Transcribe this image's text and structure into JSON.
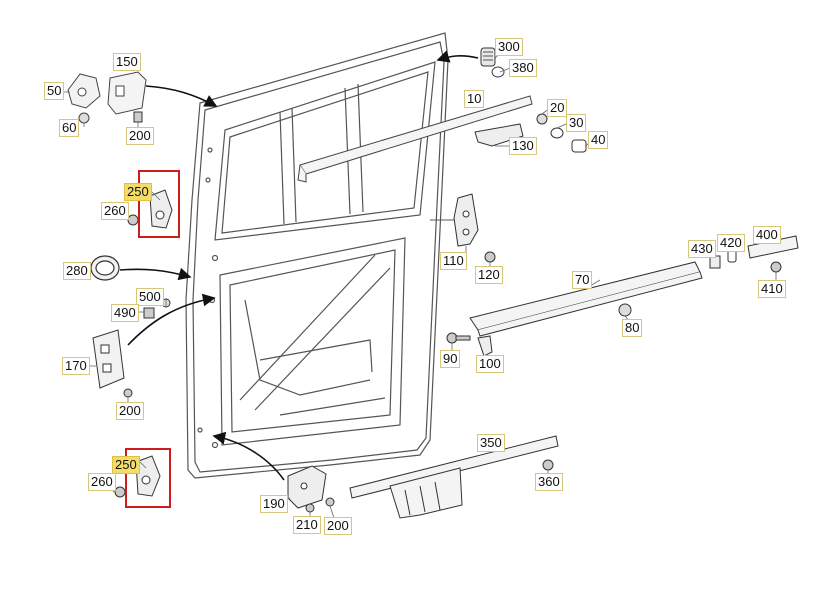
{
  "diagram": {
    "labels": [
      {
        "id": "l150",
        "text": "150"
      },
      {
        "id": "l50",
        "text": "50"
      },
      {
        "id": "l60",
        "text": "60"
      },
      {
        "id": "l200a",
        "text": "200"
      },
      {
        "id": "l300",
        "text": "300"
      },
      {
        "id": "l380",
        "text": "380"
      },
      {
        "id": "l10",
        "text": "10"
      },
      {
        "id": "l20",
        "text": "20"
      },
      {
        "id": "l30",
        "text": "30"
      },
      {
        "id": "l40",
        "text": "40"
      },
      {
        "id": "l130",
        "text": "130"
      },
      {
        "id": "l250a",
        "text": "250",
        "highlight": true
      },
      {
        "id": "l260a",
        "text": "260"
      },
      {
        "id": "l110",
        "text": "110"
      },
      {
        "id": "l120",
        "text": "120"
      },
      {
        "id": "l280",
        "text": "280"
      },
      {
        "id": "l500",
        "text": "500"
      },
      {
        "id": "l490",
        "text": "490"
      },
      {
        "id": "l170",
        "text": "170"
      },
      {
        "id": "l200b",
        "text": "200"
      },
      {
        "id": "l70",
        "text": "70"
      },
      {
        "id": "l430",
        "text": "430"
      },
      {
        "id": "l420",
        "text": "420"
      },
      {
        "id": "l400",
        "text": "400"
      },
      {
        "id": "l410",
        "text": "410"
      },
      {
        "id": "l80",
        "text": "80"
      },
      {
        "id": "l90",
        "text": "90"
      },
      {
        "id": "l100",
        "text": "100"
      },
      {
        "id": "l250b",
        "text": "250",
        "highlight": true
      },
      {
        "id": "l260b",
        "text": "260"
      },
      {
        "id": "l350",
        "text": "350"
      },
      {
        "id": "l360",
        "text": "360"
      },
      {
        "id": "l190",
        "text": "190"
      },
      {
        "id": "l210",
        "text": "210"
      },
      {
        "id": "l200c",
        "text": "200"
      }
    ],
    "colors": {
      "line": "#555555",
      "arrow": "#111111",
      "highlight_box": "#cc1c1c",
      "label_border": "#d8c77a",
      "label_highlight": "#f4dc6a"
    }
  }
}
